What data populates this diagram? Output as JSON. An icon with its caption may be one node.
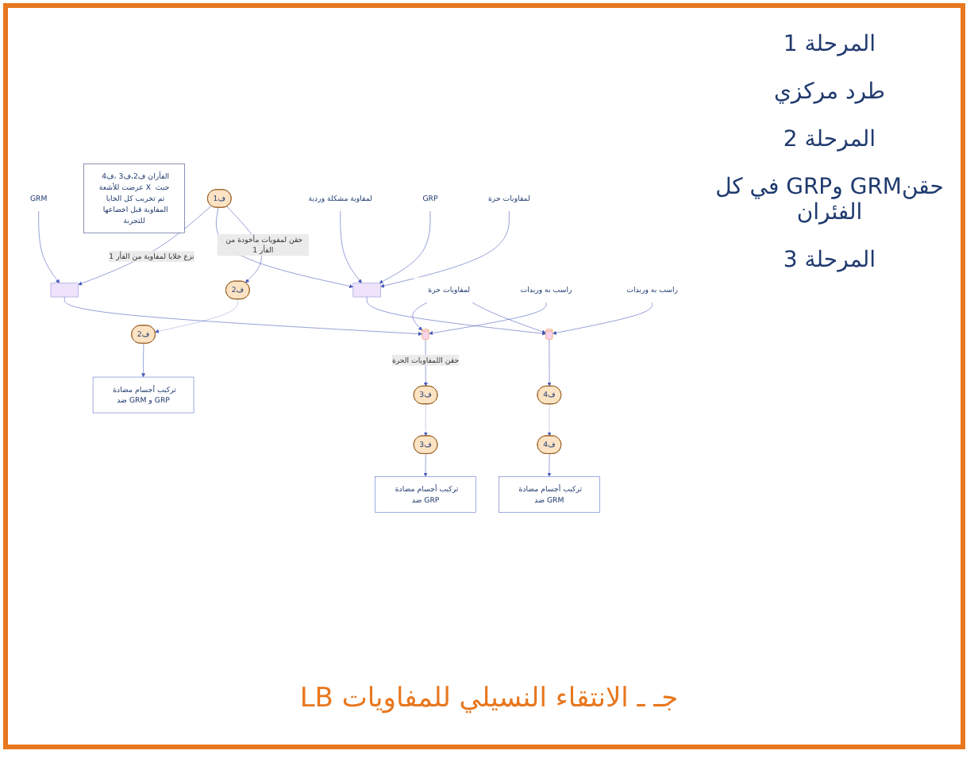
{
  "diagram": {
    "caption": "جـ ـ الانتقاء النسيلي للمفاويات LB",
    "nodes": [
      {
        "text": [
          "ف1"
        ]
      },
      {
        "text": [],
        "shape": "box"
      },
      {
        "text": [],
        "shape": "box"
      },
      {
        "text": [],
        "shape": "cylinder"
      },
      {
        "text": [],
        "shape": "cylinder"
      },
      {
        "text": [
          "ف2"
        ]
      },
      {
        "text": [
          "ف3"
        ]
      },
      {
        "text": [
          "ف4"
        ]
      },
      {
        "text": [
          "ف2"
        ]
      },
      {
        "text": [
          "ف3"
        ]
      },
      {
        "text": [
          "ف4"
        ]
      },
      {
        "text": [
          "تركيب أجسام مضادة ضد GRM و GRP"
        ]
      },
      {
        "text": [
          "تركيب أجسام مضادة ضد GRP"
        ]
      },
      {
        "text": [
          "تركيب أجسام مضادة ضد GRM"
        ]
      },
      {
        "text": [
          "الفأران ف2،ف3 ،ف4 عرضت للأشعة X حيث تم تخريب كل الخايا المفاوية قبل اخضاعها للتجربة"
        ]
      },
      {
        "text": [
          "لمفاوية مشكلة وردية"
        ]
      },
      {
        "text": [
          "GRM"
        ]
      },
      {
        "text": [
          "GRP"
        ]
      },
      {
        "text": [
          "لمفاويات حرة"
        ]
      },
      {
        "text": [
          "لمفاويات حرة"
        ]
      },
      {
        "text": [
          "راسب به وريدات"
        ]
      },
      {
        "text": [
          "راسب به وريدات"
        ]
      }
    ],
    "edges": [
      {
        "from": 0,
        "to": 1,
        "arrow": "to",
        "label": "نزع خلايا لمفاوية من الفأر 1"
      },
      {
        "from": 0,
        "to": 2,
        "arrow": "to"
      },
      {
        "from": 0,
        "to": 5,
        "arrow": "to",
        "label": "حقن لمفويات مأخودة من الفأر 1"
      },
      {
        "from": 1,
        "to": 3,
        "arrow": "to"
      },
      {
        "from": 2,
        "to": 4,
        "arrow": "to"
      },
      {
        "from": 3,
        "to": 6,
        "arrow": "to",
        "label": "حقن اللمفاويات الحرة"
      },
      {
        "from": 4,
        "to": 7,
        "arrow": "to"
      },
      {
        "from": 5,
        "to": 8,
        "arrow": "to",
        "style": "dashed"
      },
      {
        "from": 6,
        "to": 9,
        "arrow": "to",
        "style": "dashed"
      },
      {
        "from": 7,
        "to": 10,
        "arrow": "to",
        "style": "dashed"
      },
      {
        "from": 8,
        "to": 11,
        "arrow": "to"
      },
      {
        "from": 9,
        "to": 12,
        "arrow": "to"
      },
      {
        "from": 10,
        "to": 13,
        "arrow": "to"
      },
      {
        "from": 15,
        "to": 2,
        "arrow": "to"
      },
      {
        "from": 16,
        "to": 1,
        "arrow": "to"
      },
      {
        "from": 17,
        "to": 2,
        "arrow": "to"
      },
      {
        "from": 18,
        "to": 2,
        "arrow": "to"
      },
      {
        "from": 19,
        "to": 3,
        "arrow": "to"
      },
      {
        "from": 19,
        "to": 4,
        "arrow": "to"
      },
      {
        "from": 20,
        "to": 3,
        "arrow": "to"
      },
      {
        "from": 21,
        "to": 4,
        "arrow": "to"
      }
    ],
    "labels": [
      "المرحلة 1",
      "طرد مركزي",
      "المرحلة 2",
      "حقنGRM وGRP في كل الفئران",
      "المرحلة 3"
    ]
  }
}
